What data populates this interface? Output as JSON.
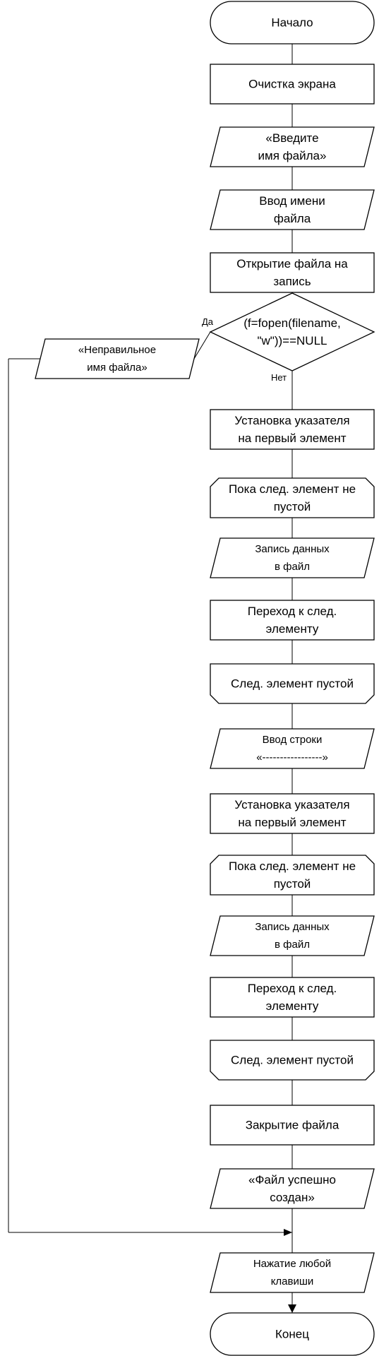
{
  "diagram": {
    "type": "flowchart",
    "nodes": [
      {
        "id": "start",
        "kind": "terminator",
        "lines": [
          "Начало"
        ]
      },
      {
        "id": "clear",
        "kind": "process",
        "lines": [
          "Очистка экрана"
        ]
      },
      {
        "id": "prompt",
        "kind": "io",
        "lines": [
          "«Введите",
          "имя файла»"
        ]
      },
      {
        "id": "input_name",
        "kind": "io",
        "lines": [
          "Ввод имени",
          "файла"
        ]
      },
      {
        "id": "open",
        "kind": "process",
        "lines": [
          "Открытие файла на",
          "запись"
        ]
      },
      {
        "id": "check",
        "kind": "decision",
        "lines": [
          "(f=fopen(filename,",
          "\"w\"))==NULL"
        ]
      },
      {
        "id": "bad_name",
        "kind": "io",
        "lines": [
          "«Неправильное",
          "имя файла»"
        ]
      },
      {
        "id": "ptr1",
        "kind": "process",
        "lines": [
          "Установка указателя",
          "на первый элемент"
        ]
      },
      {
        "id": "loop1_start",
        "kind": "loop_start",
        "lines": [
          "Пока след. элемент не",
          "пустой"
        ]
      },
      {
        "id": "write1",
        "kind": "io",
        "lines": [
          "Запись данных",
          "в файл"
        ]
      },
      {
        "id": "next1",
        "kind": "process",
        "lines": [
          "Переход к след.",
          "элементу"
        ]
      },
      {
        "id": "loop1_end",
        "kind": "loop_end",
        "lines": [
          "След. элемент пустой"
        ]
      },
      {
        "id": "input_line",
        "kind": "io",
        "lines": [
          "Ввод строки",
          "«-----------------»"
        ]
      },
      {
        "id": "ptr2",
        "kind": "process",
        "lines": [
          "Установка указателя",
          "на первый элемент"
        ]
      },
      {
        "id": "loop2_start",
        "kind": "loop_start",
        "lines": [
          "Пока след. элемент не",
          "пустой"
        ]
      },
      {
        "id": "write2",
        "kind": "io",
        "lines": [
          "Запись данных",
          "в файл"
        ]
      },
      {
        "id": "next2",
        "kind": "process",
        "lines": [
          "Переход к след.",
          "элементу"
        ]
      },
      {
        "id": "loop2_end",
        "kind": "loop_end",
        "lines": [
          "След. элемент пустой"
        ]
      },
      {
        "id": "close",
        "kind": "process",
        "lines": [
          "Закрытие файла"
        ]
      },
      {
        "id": "success",
        "kind": "io",
        "lines": [
          "«Файл успешно",
          "создан»"
        ]
      },
      {
        "id": "press_key",
        "kind": "io",
        "lines": [
          "Нажатие любой",
          "клавиши"
        ]
      },
      {
        "id": "end",
        "kind": "terminator",
        "lines": [
          "Конец"
        ]
      }
    ],
    "edges": [
      {
        "from": "check",
        "to": "bad_name",
        "label": "Да"
      },
      {
        "from": "check",
        "to": "ptr1",
        "label": "Нет"
      }
    ]
  }
}
